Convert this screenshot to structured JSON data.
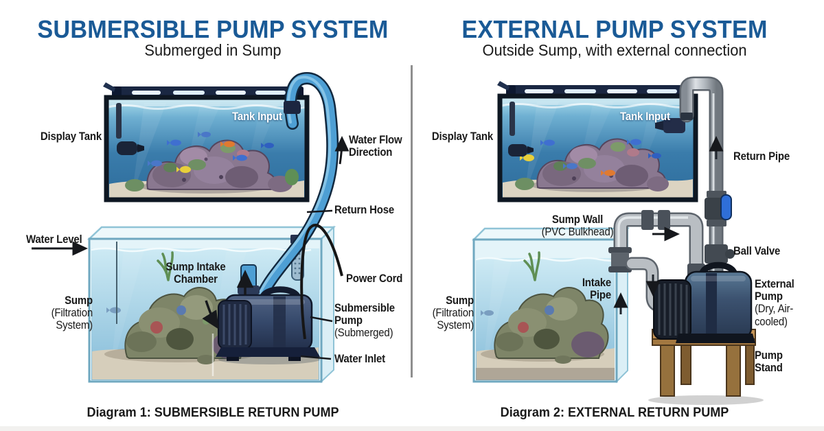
{
  "colors": {
    "title_blue": "#1a5a96",
    "text_dark": "#1a1a1a",
    "tank_input_white": "#ffffff",
    "hose_blue": "#4e9fd4",
    "pipe_gray": "#b8bdc3",
    "valve_handle_blue": "#2f6fd8",
    "submersible_pump_navy": "#31415f",
    "external_pump_blue": "#3c5270",
    "wood_brown": "#b5854c",
    "sump_water_light": "#cdeaf4",
    "tank_water_deep": "#2e6d9c",
    "divider_gray": "#8f8f8f"
  },
  "left": {
    "title": "SUBMERSIBLE PUMP SYSTEM",
    "subtitle": "Submerged in Sump",
    "caption": "Diagram 1: SUBMERSIBLE RETURN PUMP",
    "labels": {
      "display_tank": "Display Tank",
      "tank_input": "Tank Input",
      "water_flow_direction": "Water Flow\nDirection",
      "return_hose": "Return Hose",
      "water_level": "Water Level",
      "sump_intake_chamber": "Sump Intake\nChamber",
      "power_cord": "Power Cord",
      "sump_bold": "Sump",
      "sump_rest": "(Filtration\nSystem)",
      "submersible_pump_bold": "Submersible\nPump",
      "submersible_pump_rest": "(Submerged)",
      "water_inlet": "Water Inlet"
    }
  },
  "right": {
    "title": "EXTERNAL PUMP SYSTEM",
    "subtitle": "Outside Sump, with external connection",
    "caption": "Diagram 2: EXTERNAL RETURN PUMP",
    "labels": {
      "display_tank": "Display Tank",
      "tank_input": "Tank Input",
      "return_pipe": "Return Pipe",
      "sump_wall_bold": "Sump Wall",
      "sump_wall_rest": "(PVC Bulkhead)",
      "ball_valve": "Ball Valve",
      "intake_pipe": "Intake\nPipe",
      "sump_bold": "Sump",
      "sump_rest": "(Filtration\nSystem)",
      "external_pump_bold": "External\nPump",
      "external_pump_rest": "(Dry, Air-\ncooled)",
      "pump_stand": "Pump\nStand"
    }
  }
}
